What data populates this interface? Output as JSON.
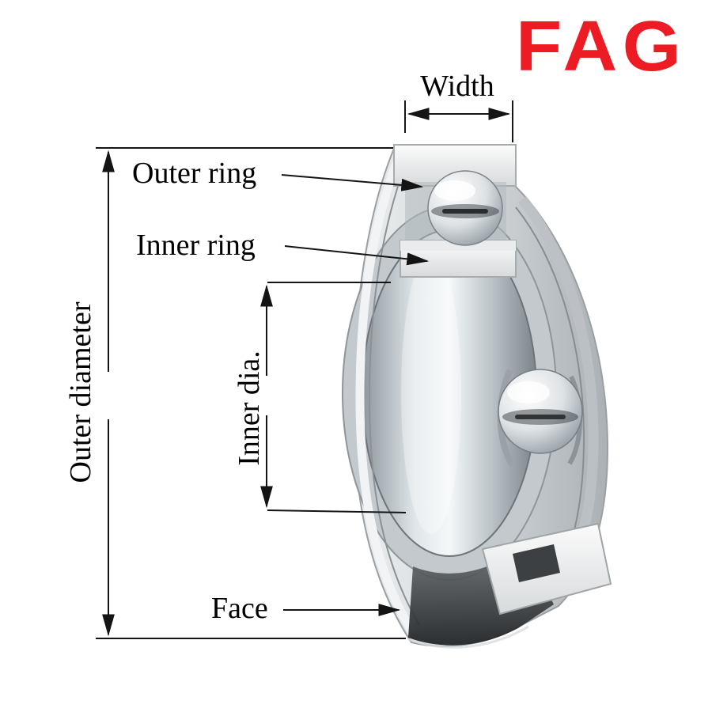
{
  "logo": {
    "text": "FAG",
    "color": "#ed1c24"
  },
  "labels": {
    "width": "Width",
    "outer_ring": "Outer ring",
    "inner_ring": "Inner ring",
    "outer_diameter": "Outer diameter",
    "inner_dia": "Inner dia.",
    "face": "Face"
  },
  "colors": {
    "line": "#141414",
    "text": "#000000",
    "background": "#ffffff"
  }
}
